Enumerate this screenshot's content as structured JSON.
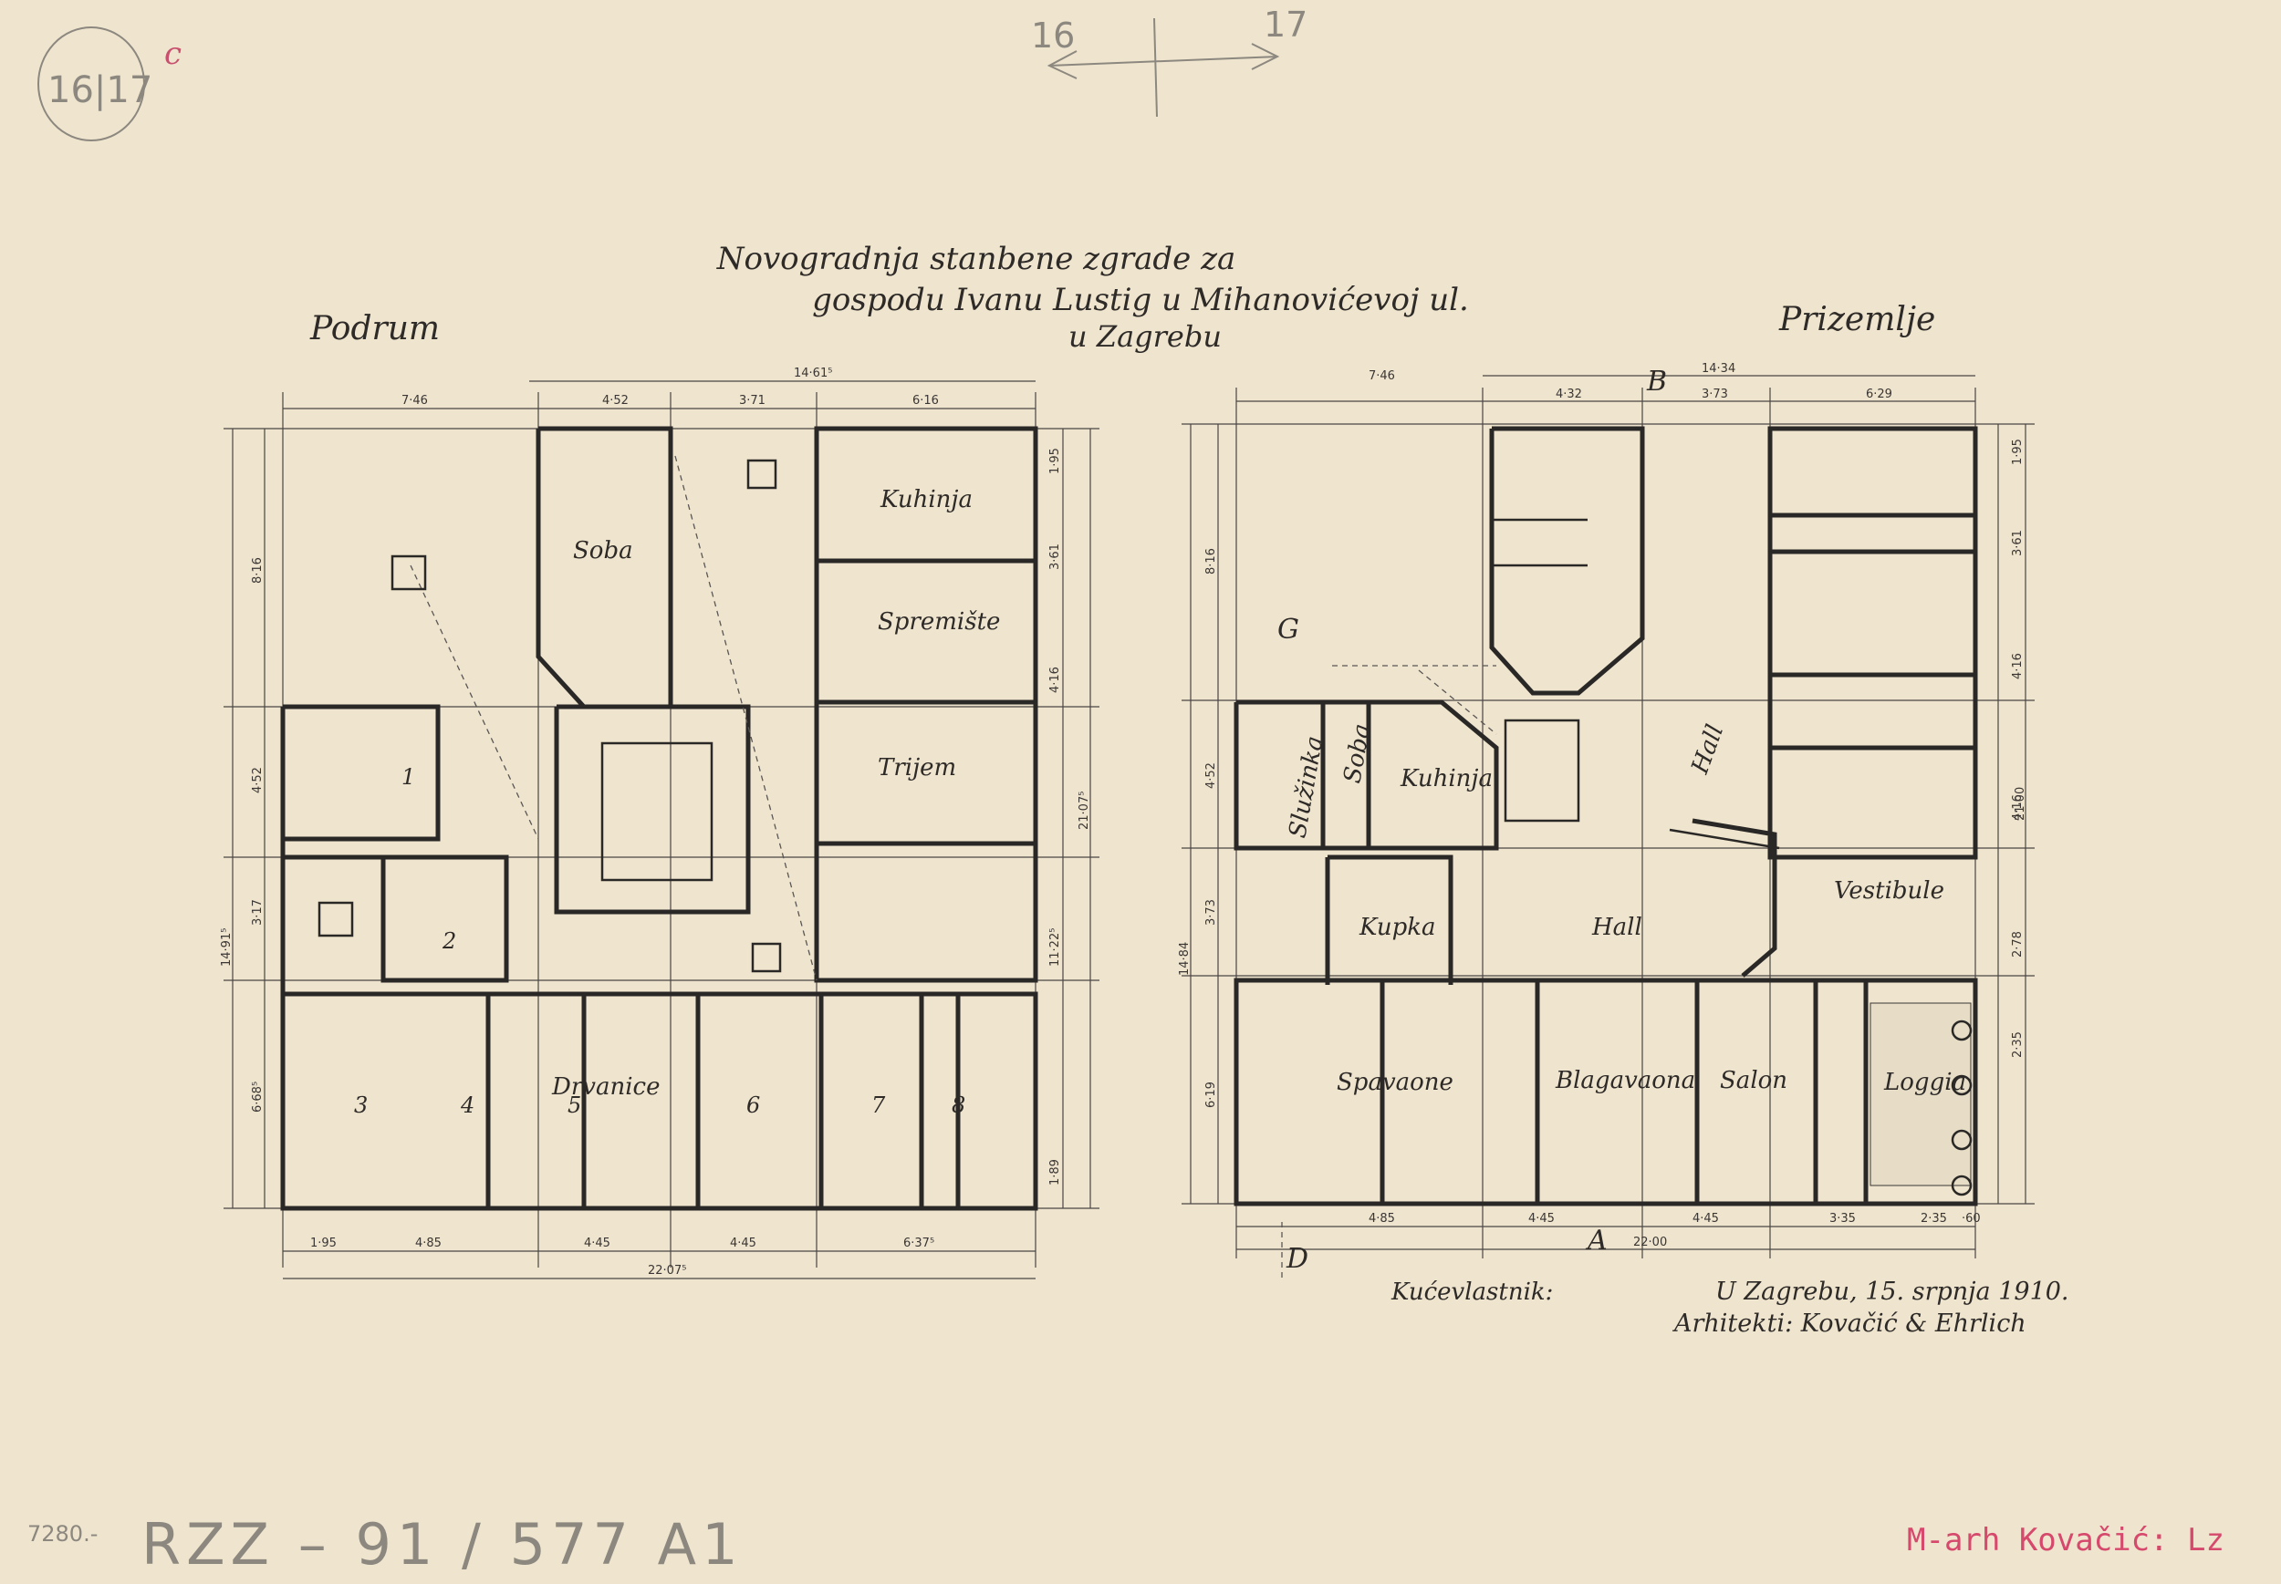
{
  "title": {
    "line1": "Novogradnja stanbene zgrade za",
    "line2": "gospodu Ivanu Lustig u Mihanovićevoj ul.",
    "line3": "u Zagrebu"
  },
  "sheet_mark": "16|17",
  "sheet_mark_suffix": "c",
  "top_pencil": {
    "left": "16",
    "right": "17"
  },
  "plans": {
    "basement": {
      "label": "Podrum",
      "rooms": {
        "soba": "Soba",
        "kuhinja": "Kuhinja",
        "spremiste": "Spremište",
        "trijem": "Trijem",
        "drvanice": "Drvanice"
      },
      "storage_numbers": [
        "1",
        "2",
        "3",
        "4",
        "5",
        "6",
        "7",
        "8"
      ],
      "dims_top": [
        "7·46",
        "4·52",
        "3·71",
        "6·16"
      ],
      "dims_top_total": "14·61⁵",
      "dims_bottom": [
        "1·95",
        "4·85",
        "4·45",
        "4·45",
        "6·37⁵"
      ],
      "dims_bottom_total": "22·07⁵",
      "dims_left": [
        "8·16",
        "4·52",
        "3·17",
        "6·68⁵"
      ],
      "dims_left_total": "14·91⁵",
      "dims_right": [
        "1·95",
        "3·61",
        "4·16",
        "11·22⁵",
        "1·89"
      ],
      "dims_right_total": "21·07⁵"
    },
    "ground": {
      "label": "Prizemlje",
      "rooms": {
        "sluzinka": "Služinka",
        "soba": "Soba",
        "kuhinja": "Kuhinja",
        "kupka": "Kupka",
        "hall_upper": "Hall",
        "hall_lower": "Hall",
        "vestibule": "Vestibule",
        "spavaone": "Spavaone",
        "blagavaona": "Blagavaona",
        "salon": "Salon",
        "loggia": "Loggia"
      },
      "dims_top": [
        "7·46",
        "4·32",
        "3·73",
        "6·29"
      ],
      "dims_top_total": "14·34",
      "dims_bottom": [
        "4·85",
        "4·45",
        "4·45",
        "3·35",
        "2·35",
        "·60"
      ],
      "dims_bottom_total": "22·00",
      "dims_left": [
        "8·16",
        "4·52",
        "3·73",
        "6·19"
      ],
      "dims_left_total": "14·84",
      "dims_right": [
        "1·95",
        "3·61",
        "4·16",
        "4·16",
        "2·78",
        "2·35"
      ],
      "dims_right_total": "21·00"
    }
  },
  "section_marks": {
    "a": "A",
    "b": "B",
    "g": "G",
    "d": "D"
  },
  "signature": {
    "owner_label": "Kućevlastnik:",
    "place_date": "U Zagrebu, 15. srpnja 1910.",
    "architects": "Arhitekti: Kovačić & Ehrlich"
  },
  "archive": {
    "code": "RZZ – 91 / 577 A1",
    "prefix": "7280.-",
    "red_note": "M-arh Kovačić: Lz"
  }
}
